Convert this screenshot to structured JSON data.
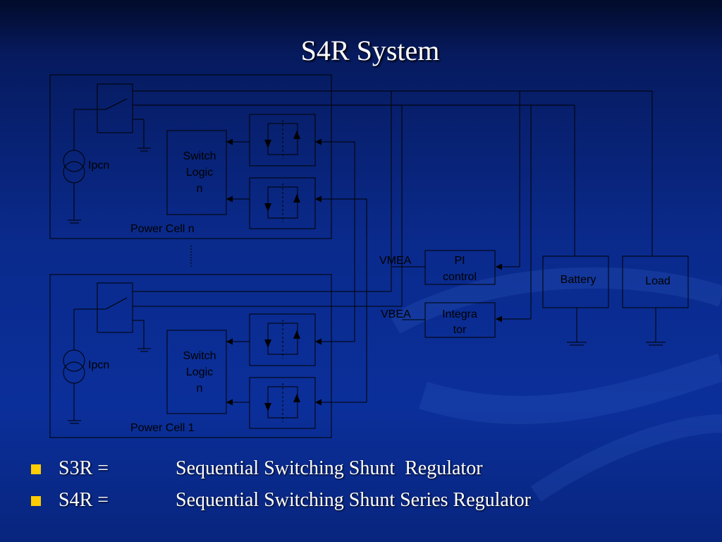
{
  "slide": {
    "title": "S4R System"
  },
  "diagram": {
    "cells": [
      {
        "current_source_label": "Ipcn",
        "logic_label_lines": [
          "Switch",
          "Logic",
          "n"
        ],
        "cell_label": "Power Cell n"
      },
      {
        "current_source_label": "Ipcn",
        "logic_label_lines": [
          "Switch",
          "Logic",
          "n"
        ],
        "cell_label": "Power Cell 1"
      }
    ],
    "signals": {
      "vmea": "VMEA",
      "vbea": "VBEA"
    },
    "pi_control_lines": [
      "PI",
      "control"
    ],
    "integrator_lines": [
      "Integra",
      "tor"
    ],
    "battery": "Battery",
    "load": "Load"
  },
  "bullets": [
    {
      "term": "S3R =",
      "definition": "Sequential Switching Shunt  Regulator"
    },
    {
      "term": "S4R =",
      "definition": "Sequential Switching Shunt Series Regulator"
    }
  ],
  "colors": {
    "bullet": "#ffcc00",
    "text": "#ffffff",
    "background": "#0a2a8c",
    "lines": "#000000"
  }
}
